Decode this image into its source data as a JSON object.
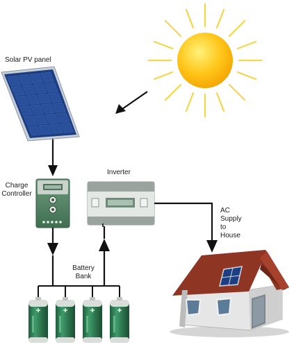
{
  "labels": {
    "solar_panel": "Solar PV panel",
    "charge_controller_line1": "Charge",
    "charge_controller_line2": "Controller",
    "inverter": "Inverter",
    "battery_bank_line1": "Battery",
    "battery_bank_line2": "Bank",
    "ac_supply_line1": "AC",
    "ac_supply_line2": "Supply",
    "ac_supply_line3": "to",
    "ac_supply_line4": "House"
  },
  "battery_count": 4,
  "colors": {
    "sun_core": "#ffc61a",
    "sun_ray": "#f7d54a",
    "panel_cell": "#2a4f9b",
    "panel_frame": "#cfd6e0",
    "controller_body": "#5d8a6b",
    "inverter_body": "#d7dcd9",
    "battery_body": "#2f7a52",
    "roof": "#8f3524",
    "wall": "#e6e6e6",
    "wire": "#111111"
  }
}
